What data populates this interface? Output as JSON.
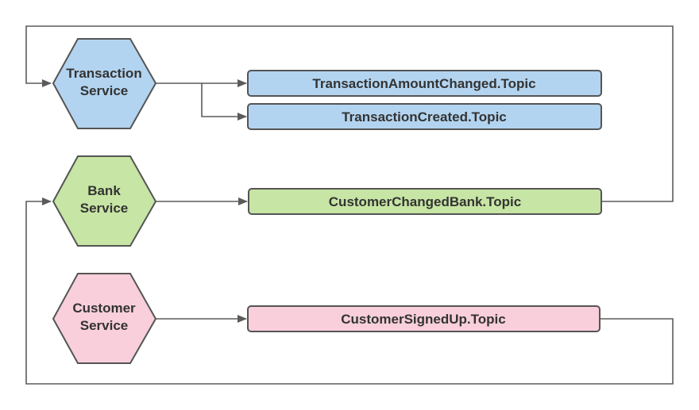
{
  "services": [
    {
      "id": "transaction",
      "line1": "Transaction",
      "line2": "Service",
      "fill": "#b3d4f0"
    },
    {
      "id": "bank",
      "line1": "Bank",
      "line2": "Service",
      "fill": "#c7e5a4"
    },
    {
      "id": "customer",
      "line1": "Customer",
      "line2": "Service",
      "fill": "#f8cfdb"
    }
  ],
  "topics": [
    {
      "id": "transaction-amount-changed",
      "label": "TransactionAmountChanged.Topic",
      "fill": "#b3d4f0"
    },
    {
      "id": "transaction-created",
      "label": "TransactionCreated.Topic",
      "fill": "#b3d4f0"
    },
    {
      "id": "customer-changed-bank",
      "label": "CustomerChangedBank.Topic",
      "fill": "#c7e5a4"
    },
    {
      "id": "customer-signed-up",
      "label": "CustomerSignedUp.Topic",
      "fill": "#f8cfdb"
    }
  ],
  "colors": {
    "line": "#5b5b5b",
    "stroke": "#555555",
    "text": "#333333"
  }
}
